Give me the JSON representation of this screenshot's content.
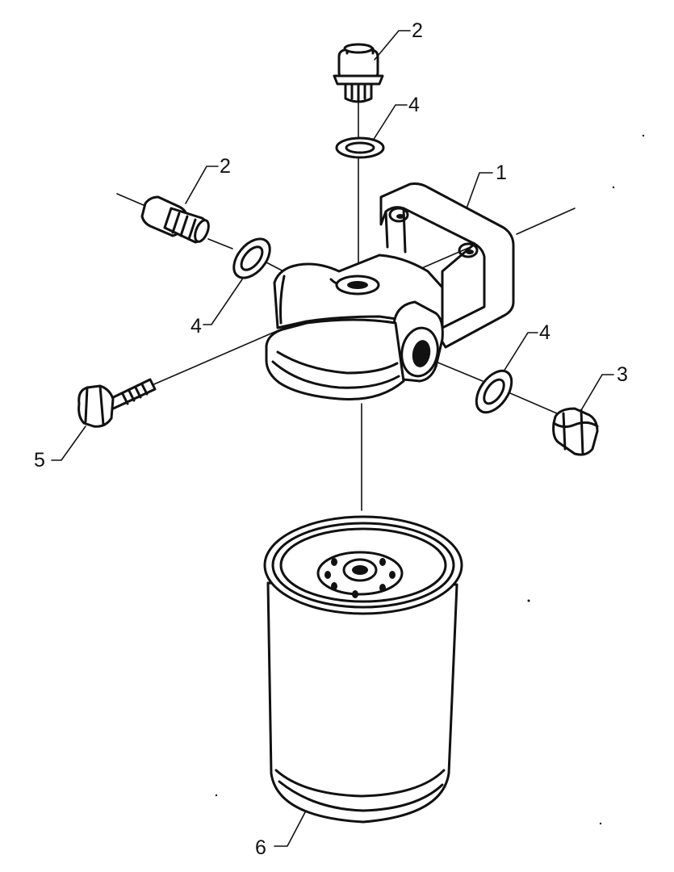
{
  "diagram": {
    "callouts": [
      {
        "id": "c1",
        "label": "1"
      },
      {
        "id": "c2a",
        "label": "2"
      },
      {
        "id": "c2b",
        "label": "2"
      },
      {
        "id": "c3",
        "label": "3"
      },
      {
        "id": "c4a",
        "label": "4"
      },
      {
        "id": "c4b",
        "label": "4"
      },
      {
        "id": "c4c",
        "label": "4"
      },
      {
        "id": "c5",
        "label": "5"
      },
      {
        "id": "c6",
        "label": "6"
      }
    ]
  }
}
